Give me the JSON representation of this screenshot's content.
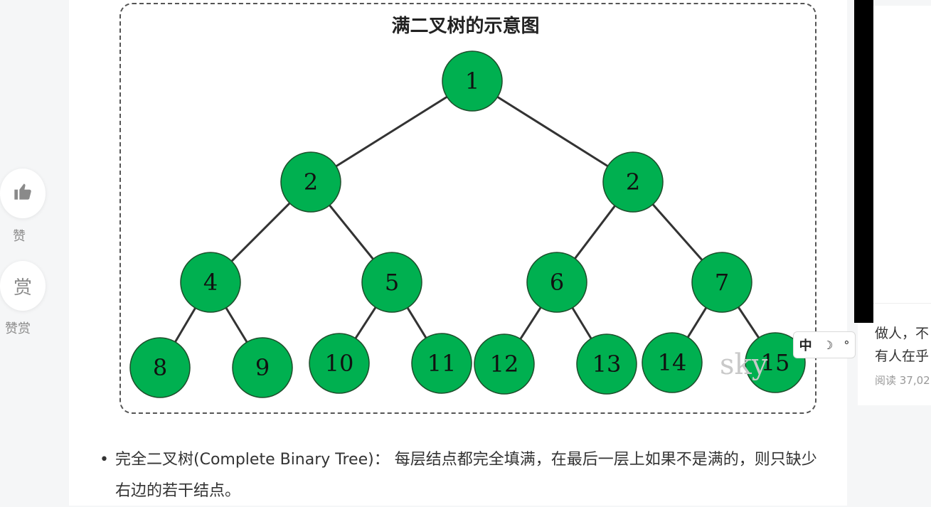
{
  "figure": {
    "title": "满二叉树的示意图",
    "watermark": "sky",
    "node_color": "#00b050",
    "edge_color": "#333333",
    "nodes": [
      {
        "id": "n1",
        "label": "1"
      },
      {
        "id": "n2a",
        "label": "2"
      },
      {
        "id": "n2b",
        "label": "2"
      },
      {
        "id": "n4",
        "label": "4"
      },
      {
        "id": "n5",
        "label": "5"
      },
      {
        "id": "n6",
        "label": "6"
      },
      {
        "id": "n7",
        "label": "7"
      },
      {
        "id": "n8",
        "label": "8"
      },
      {
        "id": "n9",
        "label": "9"
      },
      {
        "id": "n10",
        "label": "10"
      },
      {
        "id": "n11",
        "label": "11"
      },
      {
        "id": "n12",
        "label": "12"
      },
      {
        "id": "n13",
        "label": "13"
      },
      {
        "id": "n14",
        "label": "14"
      },
      {
        "id": "n15",
        "label": "15"
      }
    ],
    "edges": [
      [
        "n1",
        "n2a"
      ],
      [
        "n1",
        "n2b"
      ],
      [
        "n2a",
        "n4"
      ],
      [
        "n2a",
        "n5"
      ],
      [
        "n2b",
        "n6"
      ],
      [
        "n2b",
        "n7"
      ],
      [
        "n4",
        "n8"
      ],
      [
        "n4",
        "n9"
      ],
      [
        "n5",
        "n10"
      ],
      [
        "n5",
        "n11"
      ],
      [
        "n6",
        "n12"
      ],
      [
        "n6",
        "n13"
      ],
      [
        "n7",
        "n14"
      ],
      [
        "n7",
        "n15"
      ]
    ]
  },
  "actions": {
    "like_icon": "thumbs-up-icon",
    "like_label": "赞",
    "reward_glyph": "赏",
    "reward_label": "赞赏"
  },
  "content": {
    "bullet": "•",
    "text": "完全二叉树(Complete Binary Tree)： 每层结点都完全填满，在最后一层上如果不是满的，则只缺少右边的若干结点。"
  },
  "ime": {
    "mode": "中",
    "icon_moon": "☽",
    "icon_dot": "°"
  },
  "sidebar": {
    "line1": "做人，不",
    "line2": "有人在乎",
    "meta": "阅读 37,02"
  }
}
